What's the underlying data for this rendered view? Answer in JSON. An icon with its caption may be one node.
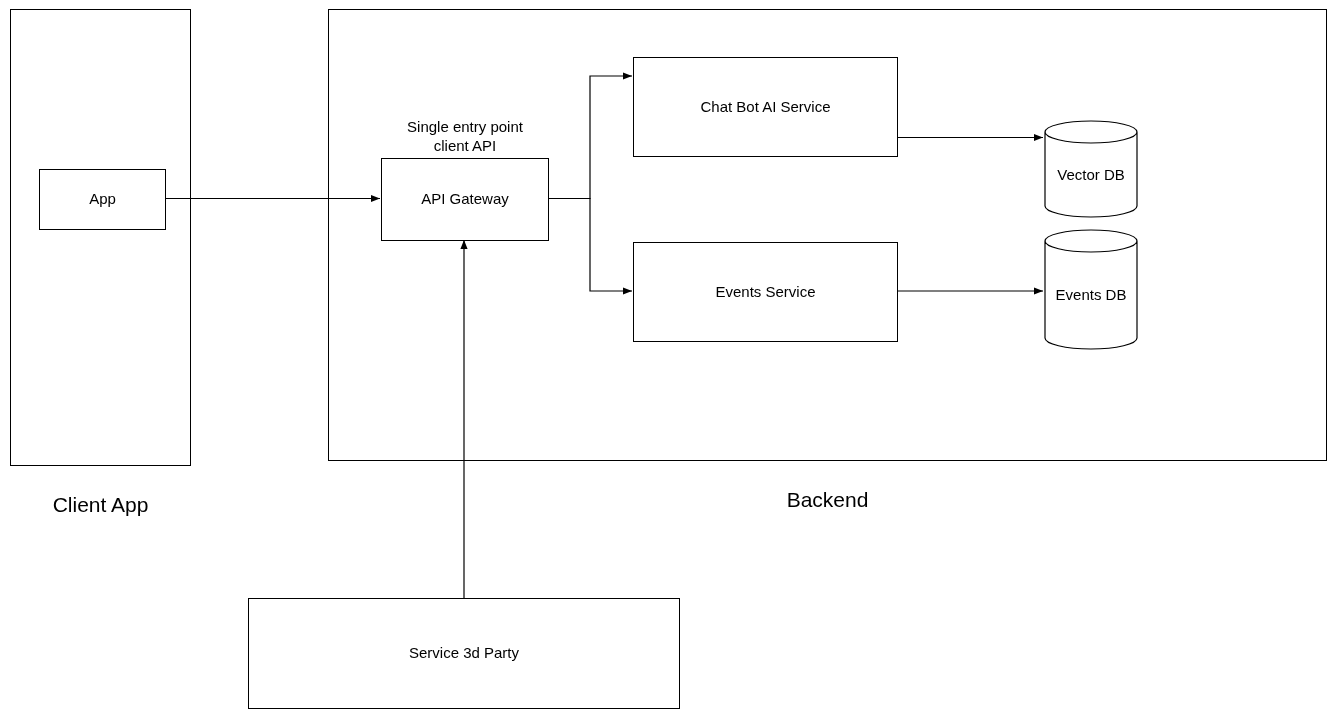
{
  "diagram": {
    "nodes": [
      {
        "text": [
          "Client App"
        ]
      },
      {
        "text": [
          "App"
        ],
        "in": 0
      },
      {
        "text": [
          "Backend"
        ]
      },
      {
        "text": [
          "API Gateway"
        ],
        "in": 2,
        "beside": [
          "Single entry point client API"
        ]
      },
      {
        "text": [
          "Chat Bot AI Service"
        ],
        "in": 2
      },
      {
        "text": [
          "Vector DB"
        ],
        "in": 2
      },
      {
        "text": [
          "Events Service"
        ],
        "in": 2
      },
      {
        "text": [
          "Events DB"
        ],
        "in": 2
      },
      {
        "text": [
          "Service 3d Party"
        ]
      }
    ],
    "edges": [
      {
        "from": 1,
        "to": 3,
        "arrow": "to"
      },
      {
        "from": 3,
        "to": 4,
        "arrow": "to"
      },
      {
        "from": 3,
        "to": 6,
        "arrow": "to"
      },
      {
        "from": 4,
        "to": 5,
        "arrow": "to"
      },
      {
        "from": 6,
        "to": 7,
        "arrow": "to"
      },
      {
        "from": 8,
        "to": 3,
        "arrow": "to"
      }
    ]
  }
}
